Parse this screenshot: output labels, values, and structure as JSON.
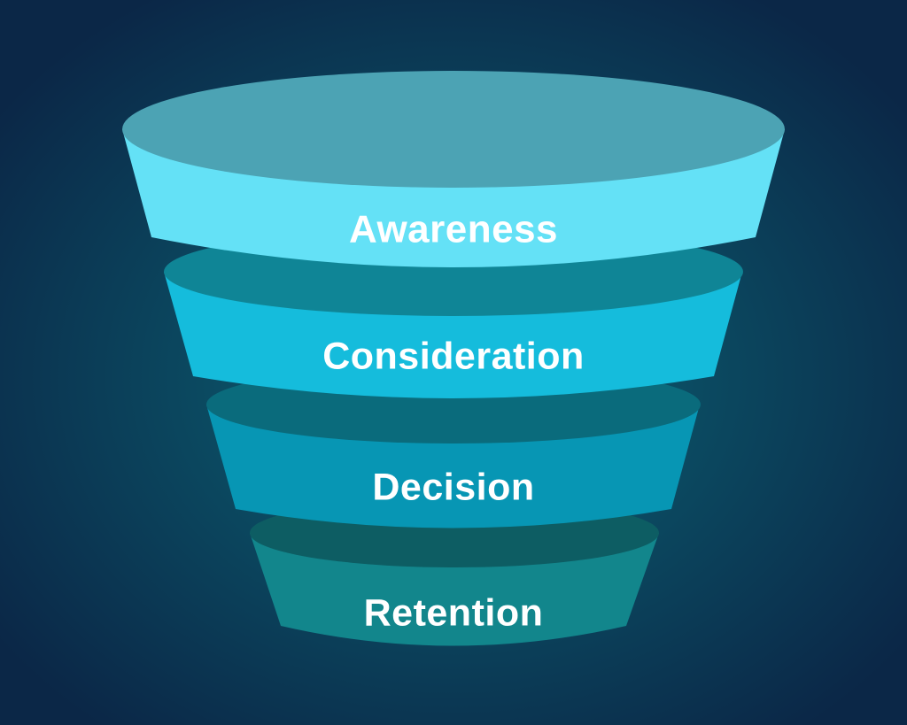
{
  "diagram": {
    "type": "funnel",
    "stages": [
      {
        "id": "awareness",
        "label": "Awareness"
      },
      {
        "id": "consideration",
        "label": "Consideration"
      },
      {
        "id": "decision",
        "label": "Decision"
      },
      {
        "id": "retention",
        "label": "Retention"
      }
    ]
  },
  "colors": {
    "background_center": "#0b6575",
    "background_edge": "#0b2747",
    "awareness_body": "#64e1f6",
    "awareness_top": "#4ca3b4",
    "consideration_body": "#15bcdc",
    "consideration_top": "#0f8596",
    "decision_body": "#0796b4",
    "decision_top": "#0a6b7c",
    "retention_body": "#12868c",
    "retention_top": "#0d5d63",
    "text": "#ffffff"
  }
}
